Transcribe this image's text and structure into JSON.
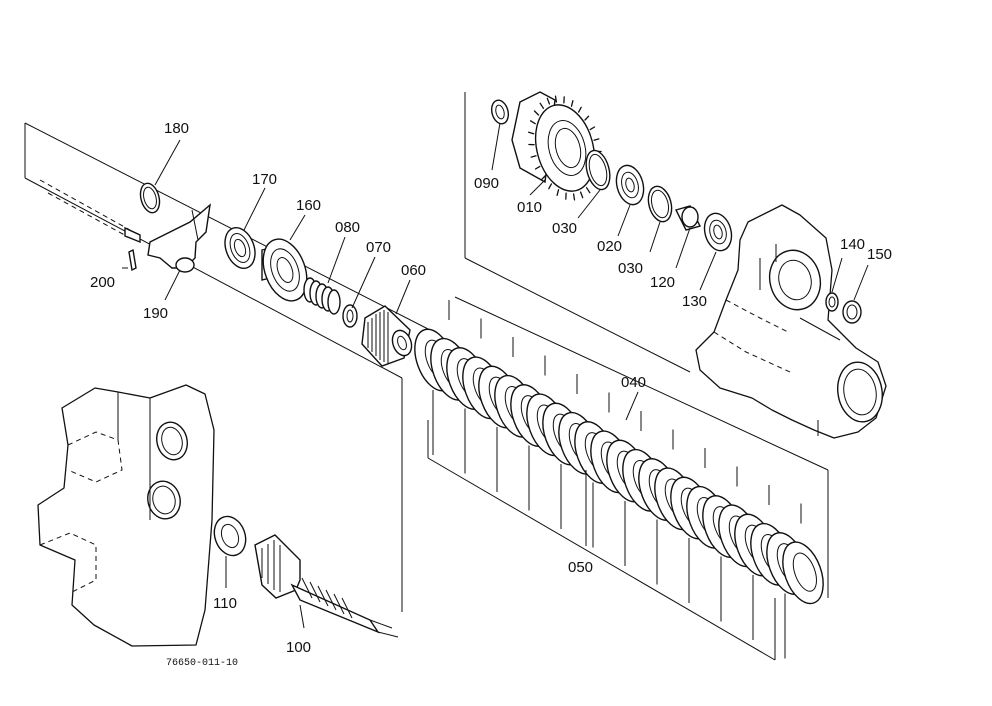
{
  "labels": {
    "p010": "010",
    "p020": "020",
    "p030a": "030",
    "p030b": "030",
    "p040": "040",
    "p050": "050",
    "p060": "060",
    "p070": "070",
    "p080": "080",
    "p090": "090",
    "p100": "100",
    "p110": "110",
    "p120": "120",
    "p130": "130",
    "p140": "140",
    "p150": "150",
    "p160": "160",
    "p170": "170",
    "p180": "180",
    "p190": "190",
    "p200": "200"
  },
  "drawing_code": "76650-011-10",
  "colors": {
    "ink": "#111111",
    "paper": "#ffffff"
  }
}
